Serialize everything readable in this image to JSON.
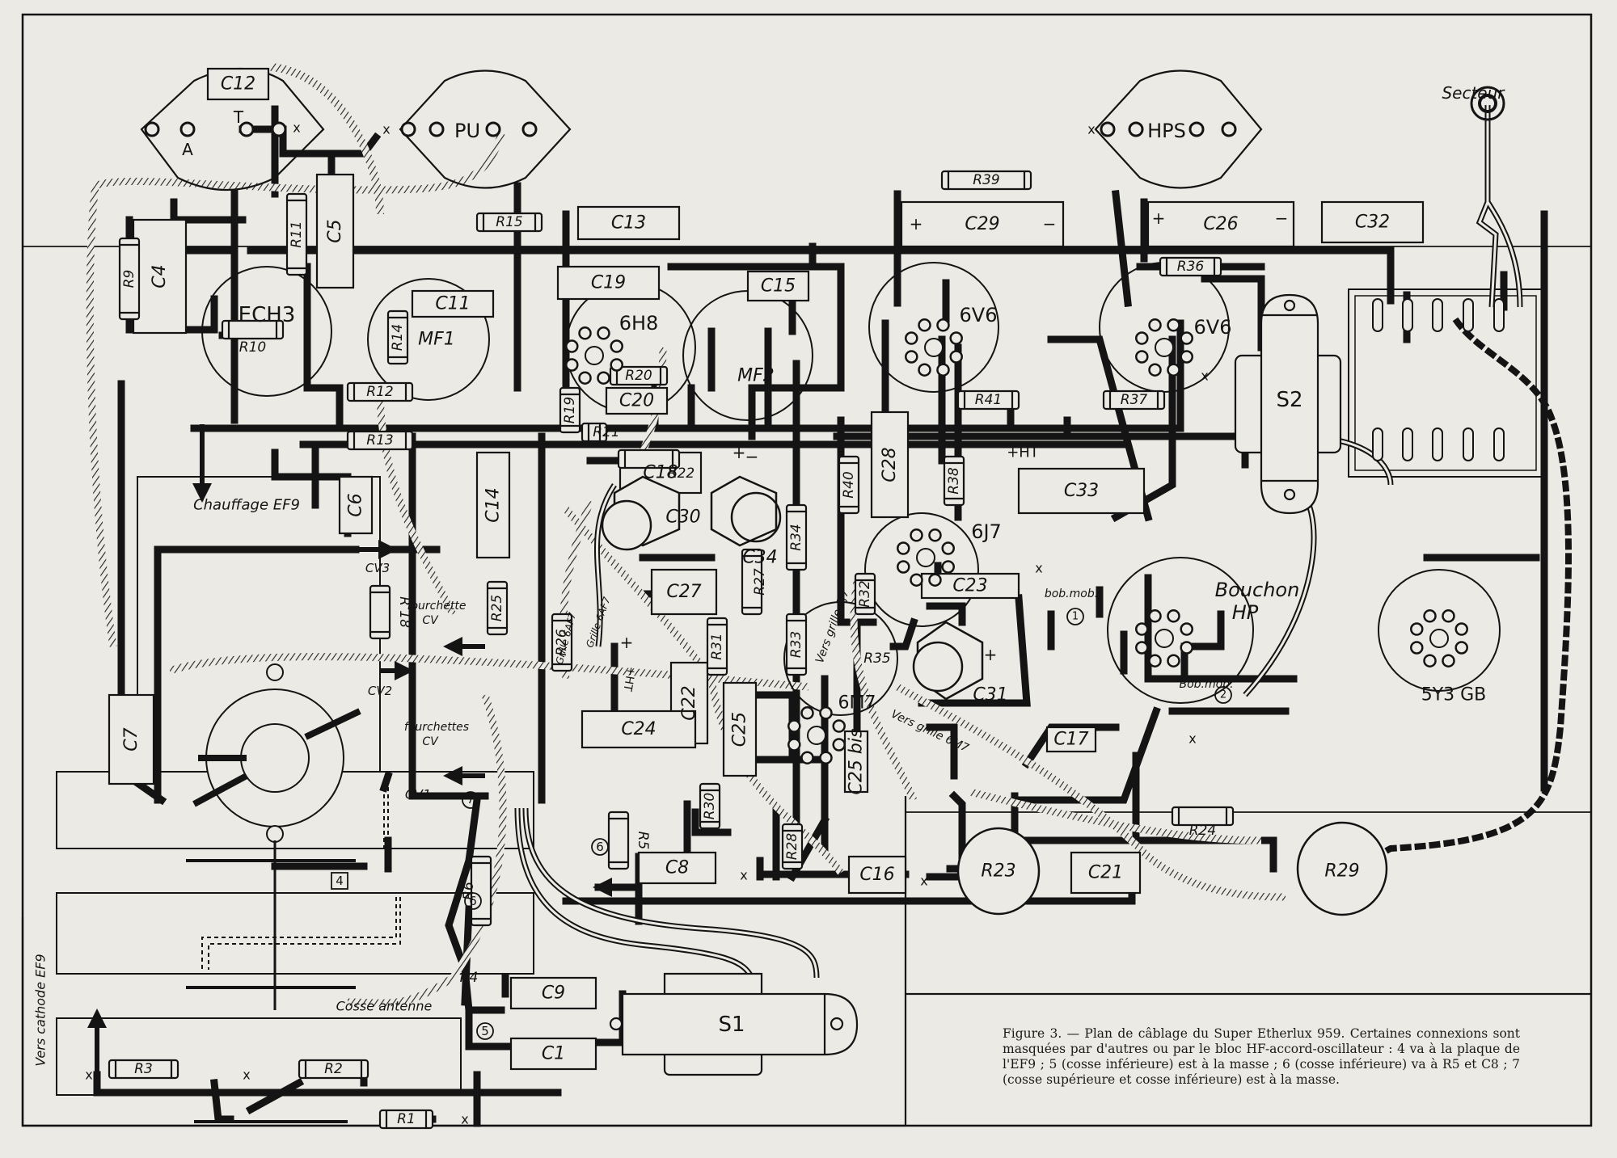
{
  "figure": {
    "caption": "Figure 3. — Plan de câblage du Super Etherlux 959. Certaines connexions sont masquées par d'autres ou par le bloc HF-accord-oscillateur : 4 va à la plaque de l'EF9 ; 5 (cosse inférieure) est à la masse ; 6 (cosse inférieure) va à R5 et C8 ; 7 (cosse supérieure et cosse inférieure) est à la masse.",
    "colors": {
      "ink": "#141414",
      "paper": "#eceae4",
      "shield": "#9a9a9a"
    }
  },
  "tubes": {
    "ech3": "ECH3",
    "mf1": "MF1",
    "h8": "6H8",
    "mf2": "MF2",
    "v6a": "6V6",
    "v6b": "6V6",
    "j7": "6J7",
    "m7": "6M7",
    "rect": "5Y3 GB",
    "bouchon1": "Bouchon",
    "bouchon2": "HP"
  },
  "jacks": {
    "a": "A",
    "t": "T",
    "pu": "PU",
    "hps": "HPS",
    "secteur": "Secteur"
  },
  "capacitors": {
    "c1": "C1",
    "c4": "C4",
    "c5": "C5",
    "c6": "C6",
    "c7": "C7",
    "c8": "C8",
    "c9": "C9",
    "c11": "C11",
    "c12": "C12",
    "c13": "C13",
    "c14": "C14",
    "c15": "C15",
    "c16": "C16",
    "c17": "C17",
    "c18": "C18",
    "c19": "C19",
    "c20": "C20",
    "c21": "C21",
    "c22": "C22",
    "c23": "C23",
    "c24": "C24",
    "c25": "C25",
    "c25bis": "C25 bis",
    "c26": "C26",
    "c27": "C27",
    "c28": "C28",
    "c29": "C29",
    "c30": "C30",
    "c31": "C31",
    "c32": "C32",
    "c33": "C33",
    "c34": "C34"
  },
  "resistors": {
    "r1": "R1",
    "r2": "R2",
    "r3": "R3",
    "r4": "R4",
    "r5": "R5",
    "r6": "R6",
    "r9": "R9",
    "r10": "R10",
    "r11": "R11",
    "r12": "R12",
    "r13": "R13",
    "r14": "R14",
    "r15": "R15",
    "r18": "R 18",
    "r19": "R19",
    "r20": "R20",
    "r21": "R21",
    "r22": "R22",
    "r23": "R23",
    "r24": "R24",
    "r25": "R25",
    "r26": "R26",
    "r27": "R27",
    "r28": "R28",
    "r29": "R29",
    "r30": "R30",
    "r31": "R31",
    "r32": "R32",
    "r33": "R33",
    "r34": "R34",
    "r35": "R35",
    "r36": "R36",
    "r37": "R37",
    "r38": "R38",
    "r39": "R39",
    "r40": "R40",
    "r41": "R41"
  },
  "transformers": {
    "s1": "S1",
    "s2": "S2"
  },
  "annotations": {
    "chauffage": "Chauffage EF9",
    "cv3": "CV3",
    "cv2": "CV2",
    "cv1": "CV1",
    "fourchette1a": "fourchette",
    "fourchette1b": "CV",
    "fourchette2a": "fourchettes",
    "fourchette2b": "CV",
    "cosse_antenne": "Cosse antenne",
    "vers_cathode": "Vers cathode EF9",
    "bobmob1": "bob.mob.",
    "bobmob2": "Bob.mob.",
    "vers_grille_6j7": "Vers grille 6J7",
    "vers_grille_6m7": "Vers grille 6M7",
    "grille_6af7a": "Grille 6AF7",
    "grille_6af7b": "Grille 6AF7",
    "ht_plus": "+HT",
    "ht_plus2": "+HT",
    "plus": "+",
    "minus": "−",
    "x": "x",
    "n1": "1",
    "n2": "2",
    "n4": "4",
    "n5": "5",
    "n6": "6",
    "n7": "7"
  }
}
